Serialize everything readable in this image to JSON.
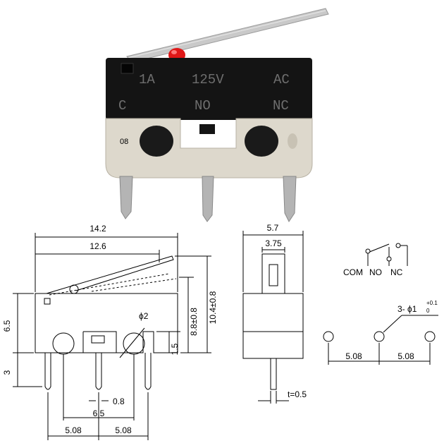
{
  "photo": {
    "body_markings": {
      "rating_left": "1A",
      "rating_voltage": "125V",
      "rating_ac": "AC",
      "pin_c": "C",
      "pin_no": "NO",
      "pin_nc": "NC",
      "mold_mark": "08"
    },
    "colors": {
      "body": "#141414",
      "base": "#ddd8cc",
      "actuator_tip": "#e01818",
      "lever": "#c8c8c8"
    }
  },
  "front_view": {
    "overall_length": "14.2",
    "lever_length": "12.6",
    "body_height": "6.5",
    "actuator_height": "8.8±0.8",
    "lever_height": "10.4±0.8",
    "hole_diameter": "ϕ2",
    "hole_offset": "1.5",
    "pin_length": "3",
    "pin_width": "0.8",
    "hole_spacing": "6.5",
    "pin_pitch_left": "5.08",
    "pin_pitch_right": "5.08"
  },
  "side_view": {
    "body_width": "5.7",
    "actuator_width": "3.75",
    "terminal_thickness": "t=0.5"
  },
  "schematic": {
    "com_label": "COM",
    "no_label": "NO",
    "nc_label": "NC"
  },
  "pcb_layout": {
    "hole_callout_prefix": "3- ϕ1",
    "tolerance_upper": "+0.1",
    "tolerance_lower": "0",
    "pitch_left": "5.08",
    "pitch_right": "5.08"
  }
}
